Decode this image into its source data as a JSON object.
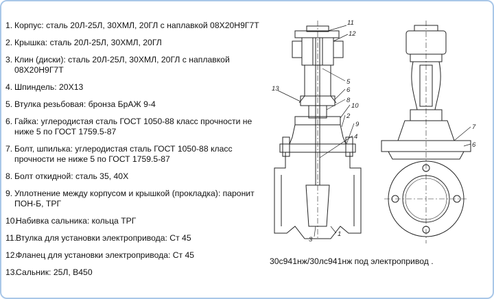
{
  "legend": [
    {
      "num": "1.",
      "text": "Корпус: сталь 20Л-25Л, 30ХМЛ, 20ГЛ  с наплавкой 08Х20Н9Г7Т"
    },
    {
      "num": "2.",
      "text": "Крышка: сталь 20Л-25Л, 30ХМЛ, 20ГЛ"
    },
    {
      "num": "3.",
      "text": "Клин (диски): сталь 20Л-25Л, 30ХМЛ, 20ГЛ  с наплавкой 08Х20Н9Г7Т"
    },
    {
      "num": "4.",
      "text": "Шпиндель: 20Х13"
    },
    {
      "num": "5.",
      "text": "Втулка резьбовая: бронза  БрАЖ 9-4"
    },
    {
      "num": "6.",
      "text": "Гайка: углеродистая сталь ГОСТ 1050-88 класс прочности не ниже 5 по ГОСТ 1759.5-87"
    },
    {
      "num": "7.",
      "text": "Болт, шпилька: углеродистая сталь ГОСТ 1050-88 класс прочности не ниже 5 по ГОСТ 1759.5-87"
    },
    {
      "num": "8.",
      "text": "Болт откидной: сталь 35, 40Х"
    },
    {
      "num": "9.",
      "text": "Уплотнение между корпусом и крышкой (прокладка): паронит ПОН-Б, ТРГ"
    },
    {
      "num": "10.",
      "text": "Набивка сальника: кольца ТРГ"
    },
    {
      "num": "11.",
      "text": "Втулка для установки электропривода: Ст 45"
    },
    {
      "num": "12.",
      "text": "Фланец для установки электропривода: Ст 45"
    },
    {
      "num": "13.",
      "text": "Сальник: 25Л, В450"
    }
  ],
  "callouts": {
    "c11": "11",
    "c12": "12",
    "c13": "13",
    "c5": "5",
    "c6": "6",
    "c8": "8",
    "c10": "10",
    "c2": "2",
    "c9": "9",
    "c4": "4",
    "c3": "3",
    "c1": "1",
    "c7": "7",
    "c6b": "6"
  },
  "caption": "30с941нж/30лс941нж под электропривод ."
}
